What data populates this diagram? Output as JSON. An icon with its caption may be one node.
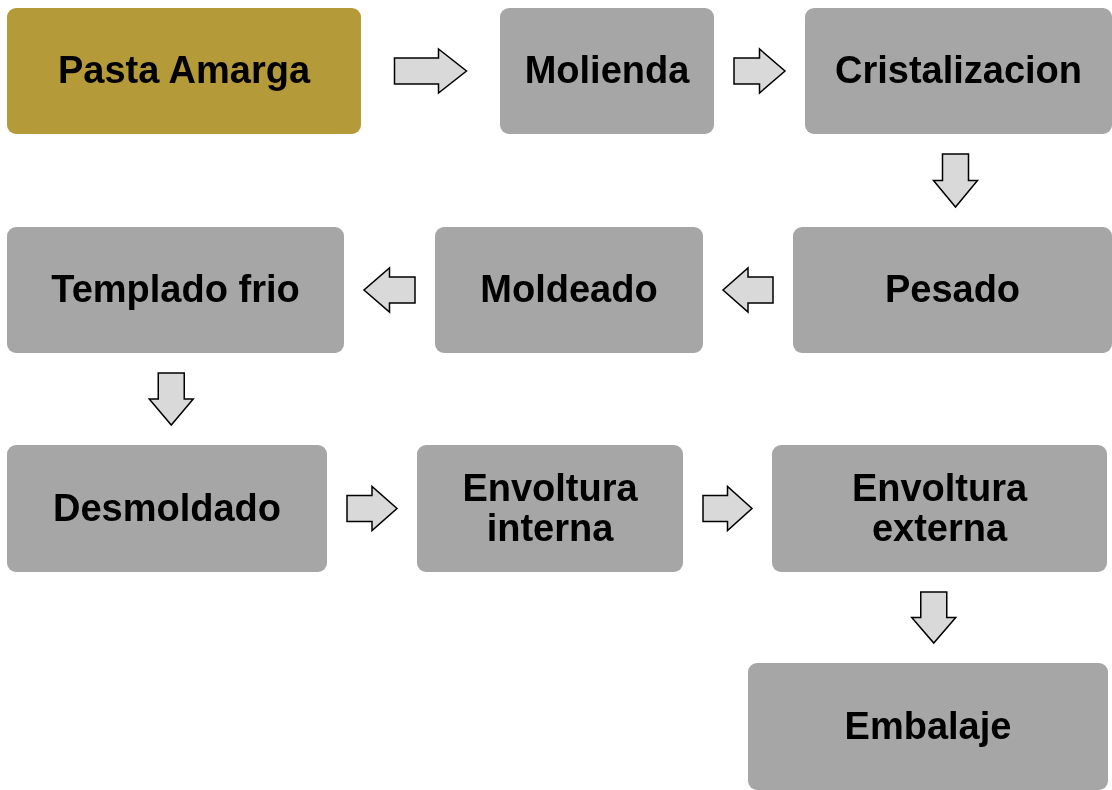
{
  "diagram": {
    "nodes": [
      {
        "text": [
          "Pasta Amarga"
        ]
      },
      {
        "text": [
          "Molienda"
        ]
      },
      {
        "text": [
          "Cristalizacion"
        ]
      },
      {
        "text": [
          "Pesado"
        ]
      },
      {
        "text": [
          "Moldeado"
        ]
      },
      {
        "text": [
          "Templado frio"
        ]
      },
      {
        "text": [
          "Desmoldado"
        ]
      },
      {
        "text": [
          "Envoltura interna"
        ]
      },
      {
        "text": [
          "Envoltura externa"
        ]
      },
      {
        "text": [
          "Embalaje"
        ]
      }
    ],
    "edges": [
      {
        "from": 0,
        "to": 1,
        "arrow": "to"
      },
      {
        "from": 1,
        "to": 2,
        "arrow": "to"
      },
      {
        "from": 2,
        "to": 3,
        "arrow": "to"
      },
      {
        "from": 3,
        "to": 4,
        "arrow": "to"
      },
      {
        "from": 4,
        "to": 5,
        "arrow": "to"
      },
      {
        "from": 5,
        "to": 6,
        "arrow": "to"
      },
      {
        "from": 6,
        "to": 7,
        "arrow": "to"
      },
      {
        "from": 7,
        "to": 8,
        "arrow": "to"
      },
      {
        "from": 8,
        "to": 9,
        "arrow": "to"
      }
    ]
  }
}
